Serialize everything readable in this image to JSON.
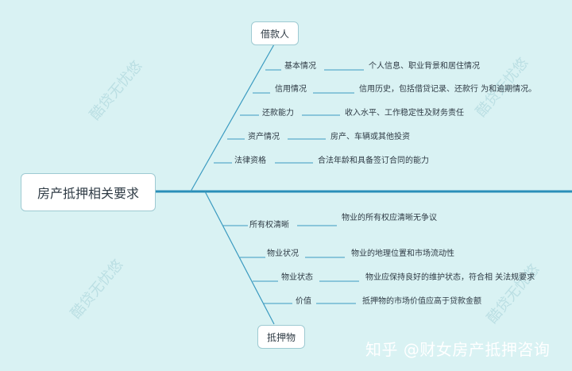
{
  "root": "房产抵押相关要求",
  "top_branch": {
    "title": "借款人",
    "items": [
      {
        "label": "基本情况",
        "detail": "个人信息、职业背景和居住情况"
      },
      {
        "label": "信用情况",
        "detail": "信用历史，包括借贷记录、还款行 为和逾期情况。"
      },
      {
        "label": "还款能力",
        "detail": "收入水平、工作稳定性及财务责任"
      },
      {
        "label": "资产情况",
        "detail": "房产、车辆或其他投资"
      },
      {
        "label": "法律资格",
        "detail": "合法年龄和具备签订合同的能力"
      }
    ]
  },
  "bottom_branch": {
    "title": "抵押物",
    "items": [
      {
        "label": "所有权清晰",
        "detail": "物业的所有权应清晰无争议"
      },
      {
        "label": "物业状况",
        "detail": "物业的地理位置和市场流动性"
      },
      {
        "label": "物业状态",
        "detail": "物业应保持良好的维护状态，符合相 关法规要求"
      },
      {
        "label": "价值",
        "detail": "抵押物的市场价值应高于贷款金额"
      }
    ]
  },
  "watermarks": [
    "酷贷无忧悠",
    "酷贷无忧悠",
    "酷贷无忧悠",
    "酷贷无忧悠"
  ],
  "credit": "知乎 @财女房产抵押咨询",
  "colors": {
    "background": "#d9f2f3",
    "spine": "#2a8fb8",
    "line": "#3a9ac0"
  }
}
